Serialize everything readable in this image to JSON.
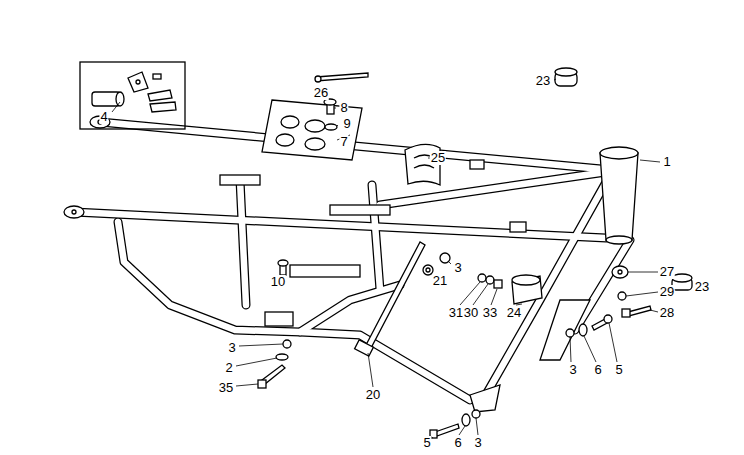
{
  "diagram": {
    "labels": [
      "26",
      "4",
      "8",
      "9",
      "23",
      "7",
      "25",
      "1",
      "10",
      "3",
      "21",
      "27",
      "23",
      "29",
      "31",
      "30",
      "33",
      "24",
      "28",
      "3",
      "3",
      "6",
      "5",
      "2",
      "35",
      "20",
      "5",
      "6",
      "3"
    ]
  }
}
